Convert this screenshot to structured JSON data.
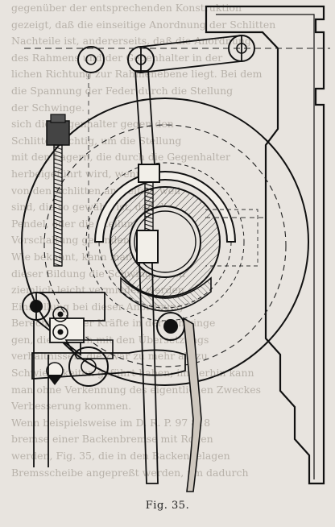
{
  "caption": "Fig. 35.",
  "background_text": [
    "gegenüber der entsprechenden Konstruktion",
    "gezeigt, daß die einseitige Anordnung der Schlitten",
    "Nachteile ist, andererseits, daß die Anordnung",
    "des Rahmens und der Gegenhalter in der",
    "lichen Richtung zur Rahmenebene liegt. Bei dem",
    "die Spannung der Feder durch die Stellung",
    "der Schwinge.",
    "sich die Gegenhalter gegen den",
    "Schlitten richtig, um die Stellung",
    "mit den Lagern, die durch die Gegenhalter",
    "herbeigeführt wird, wenn der",
    "von den Schlitten angreifen, weil",
    "sind, die so gewählt ist, daß die",
    "Pendel, oder die Stellung der",
    "Vorschaltung gefunden werden.",
    "Wie bekannt, kann man den",
    "dieser Bildung die Schwinge nach",
    "ziemlich leicht vermieden werden.",
    "Einstellung bei dieser Anordnung",
    "Berechnung der Kräfte in der Schwinge",
    "gen, die einfach mit den Übersetzungs",
    "verhältnissen, die zwar zu mehr als zu",
    "Schwierigkeiten geführt haben; immerhin kann",
    "man ohne Verkennung des eigentlichen Zweckes",
    "Verbesserung kommen.",
    "Wenn beispielsweise im D. R. P. 97 818",
    "bremse einer Backenbremse mit Rollen",
    "werden, Fig. 35, die in den Backengelagen",
    "Bremsscheibe angepreßt werden, um dadurch"
  ]
}
